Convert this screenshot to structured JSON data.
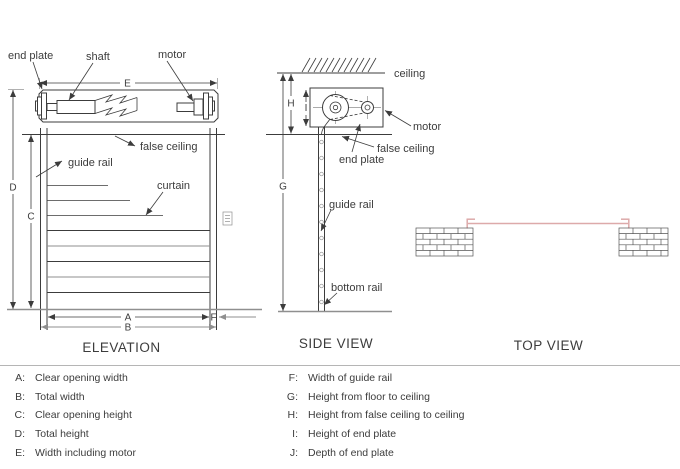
{
  "titles": {
    "elevation": "ELEVATION",
    "side_view": "SIDE VIEW",
    "top_view": "TOP VIEW"
  },
  "labels": {
    "elevation": {
      "end_plate": "end plate",
      "shaft": "shaft",
      "motor": "motor",
      "false_ceiling": "false ceiling",
      "guide_rail": "guide rail",
      "curtain": "curtain"
    },
    "side_view": {
      "ceiling": "ceiling",
      "motor": "motor",
      "false_ceiling": "false ceiling",
      "end_plate": "end plate",
      "guide_rail": "guide rail",
      "bottom_rail": "bottom rail"
    }
  },
  "dims": {
    "A": "A",
    "B": "B",
    "C": "C",
    "D": "D",
    "E": "E",
    "F": "F",
    "G": "G",
    "H": "H",
    "I": "I"
  },
  "legend": {
    "left": [
      {
        "letter": "A:",
        "text": "Clear opening width"
      },
      {
        "letter": "B:",
        "text": "Total width"
      },
      {
        "letter": "C:",
        "text": "Clear opening height"
      },
      {
        "letter": "D:",
        "text": "Total height"
      },
      {
        "letter": "E:",
        "text": "Width including motor"
      }
    ],
    "right": [
      {
        "letter": "F:",
        "text": "Width of guide rail"
      },
      {
        "letter": "G:",
        "text": "Height from floor to ceiling"
      },
      {
        "letter": "H:",
        "text": "Height from false ceiling to ceiling"
      },
      {
        "letter": "I:",
        "text": "Height of end plate"
      },
      {
        "letter": "J:",
        "text": "Depth of end plate"
      }
    ]
  },
  "colors": {
    "line": "#3c3c3c",
    "light_line": "#8f8f8f",
    "curtain_top_view": "#ddaaaa",
    "divider": "#b5b5b5",
    "background": "#ffffff"
  }
}
